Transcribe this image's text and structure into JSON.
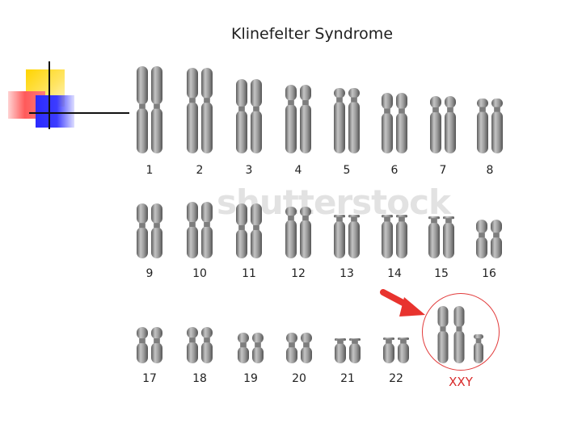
{
  "title": "Klinefelter Syndrome",
  "watermark": "shutterstock",
  "abnormal_label": "XXY",
  "colors": {
    "chromosome": "#8a8a8a",
    "highlight": "#e23b3b",
    "deco_yellow": "#ffd400",
    "deco_red": "#ff5a5a",
    "deco_blue": "#2a2aff"
  },
  "rows": [
    [
      {
        "label": "1"
      },
      {
        "label": "2"
      },
      {
        "label": "3"
      },
      {
        "label": "4"
      },
      {
        "label": "5"
      },
      {
        "label": "6"
      },
      {
        "label": "7"
      },
      {
        "label": "8"
      }
    ],
    [
      {
        "label": "9"
      },
      {
        "label": "10"
      },
      {
        "label": "11"
      },
      {
        "label": "12"
      },
      {
        "label": "13"
      },
      {
        "label": "14"
      },
      {
        "label": "15"
      },
      {
        "label": "16"
      }
    ],
    [
      {
        "label": "17"
      },
      {
        "label": "18"
      },
      {
        "label": "19"
      },
      {
        "label": "20"
      },
      {
        "label": "21"
      },
      {
        "label": "22"
      }
    ]
  ]
}
